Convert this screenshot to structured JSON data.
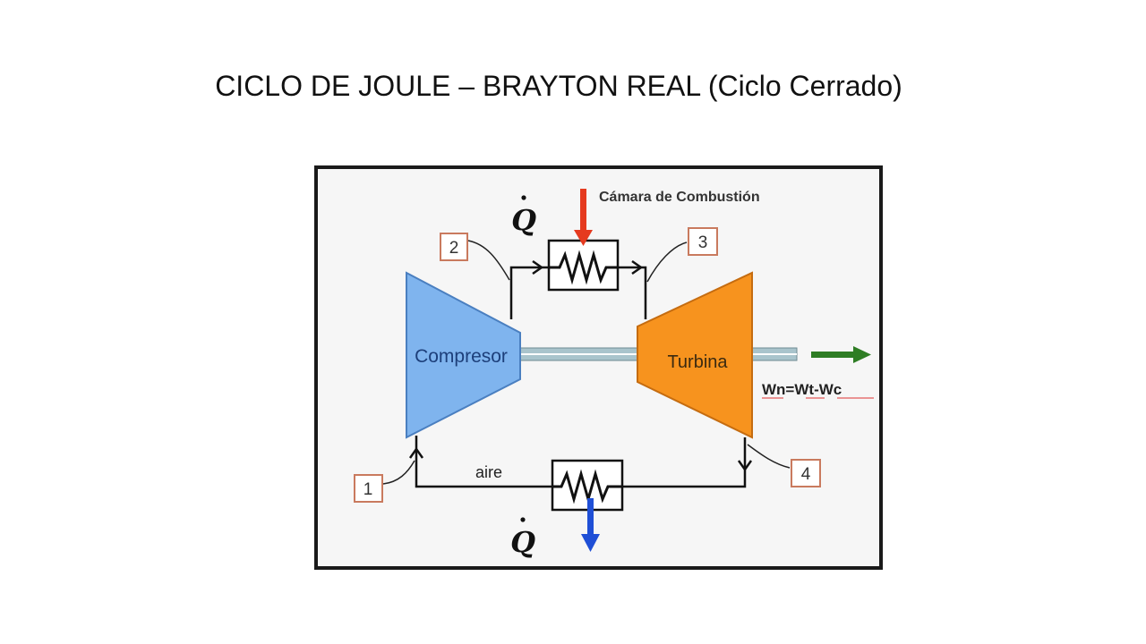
{
  "title": "CICLO DE JOULE – BRAYTON REAL (Ciclo Cerrado)",
  "diagram": {
    "combustion_chamber_label": "Cámara de Combustión",
    "heat_in_label": "Q",
    "heat_out_label": "Q",
    "compressor_label": "Compresor",
    "turbine_label": "Turbina",
    "net_work_label": "Wn=Wt-Wc",
    "fluid_label": "aire",
    "states": [
      "1",
      "2",
      "3",
      "4"
    ]
  },
  "colors": {
    "compressor": "#7fb4ee",
    "turbine": "#f7931e",
    "heat_in_arrow": "#e53a1f",
    "heat_out_arrow": "#1f4fd6",
    "work_arrow": "#2e7d24",
    "state_box_border": "#c97a5e",
    "shaft": "#a9c4cc"
  }
}
